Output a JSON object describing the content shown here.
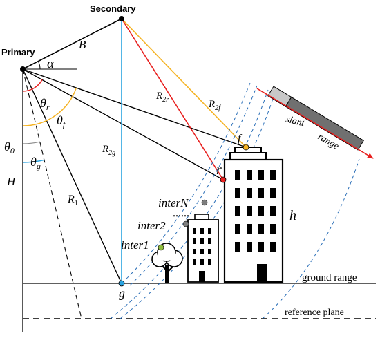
{
  "labels": {
    "primary": "Primary",
    "secondary": "Secondary",
    "baseline": "B",
    "alpha": "α",
    "theta_r": "θ",
    "theta_r_sub": "r",
    "theta_f": "θ",
    "theta_f_sub": "f",
    "theta_0": "θ",
    "theta_0_sub": "0",
    "theta_g": "θ",
    "theta_g_sub": "g",
    "height_H": "H",
    "r1": "R",
    "r1_sub": "1",
    "r2g": "R",
    "r2g_sub": "2g",
    "r2r": "R",
    "r2r_sub": "2r",
    "r2f": "R",
    "r2f_sub": "2f",
    "point_f": "f",
    "point_r": "r",
    "point_g": "g",
    "inter_n": "interN",
    "inter_2": "inter2",
    "inter_1": "inter1",
    "dots": "⋯⋯",
    "h": "h",
    "slant": "slant",
    "range": "range",
    "ground_range": "ground range",
    "reference_plane": "reference plane"
  },
  "colors": {
    "black": "#000000",
    "red": "#e8201f",
    "orange": "#f5b324",
    "blue": "#2aa3e0",
    "dash_blue": "#2b6fb8",
    "gray_marker": "#7d7d7d",
    "green_marker": "#8dbb3f",
    "bar_light": "#c8c8c8",
    "bar_dark": "#707070"
  }
}
